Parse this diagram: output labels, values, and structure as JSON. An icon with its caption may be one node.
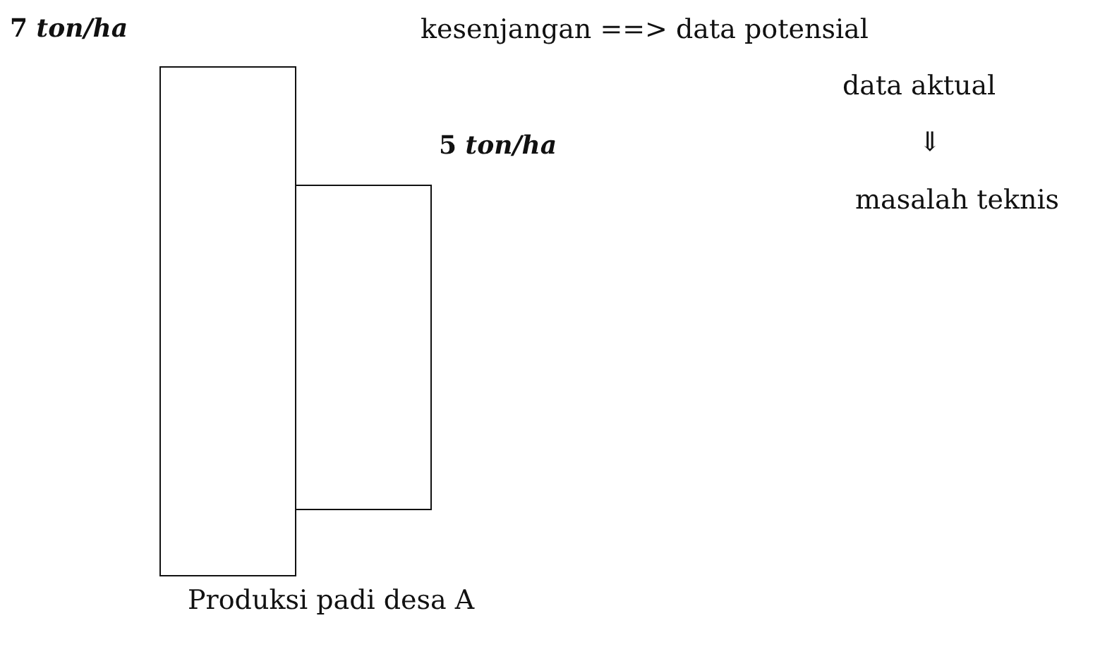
{
  "diagram": {
    "caption": "Produksi padi desa A",
    "nodes": [
      {
        "text": [],
        "shape": "bar",
        "beside": [
          "7 *ton/ha*"
        ]
      },
      {
        "text": [],
        "shape": "bar",
        "beside": [
          "5 *ton/ha*"
        ]
      }
    ],
    "labels": [
      "kesenjangan ==> data potensial",
      "data aktual",
      "⇓",
      "masalah teknis"
    ]
  }
}
